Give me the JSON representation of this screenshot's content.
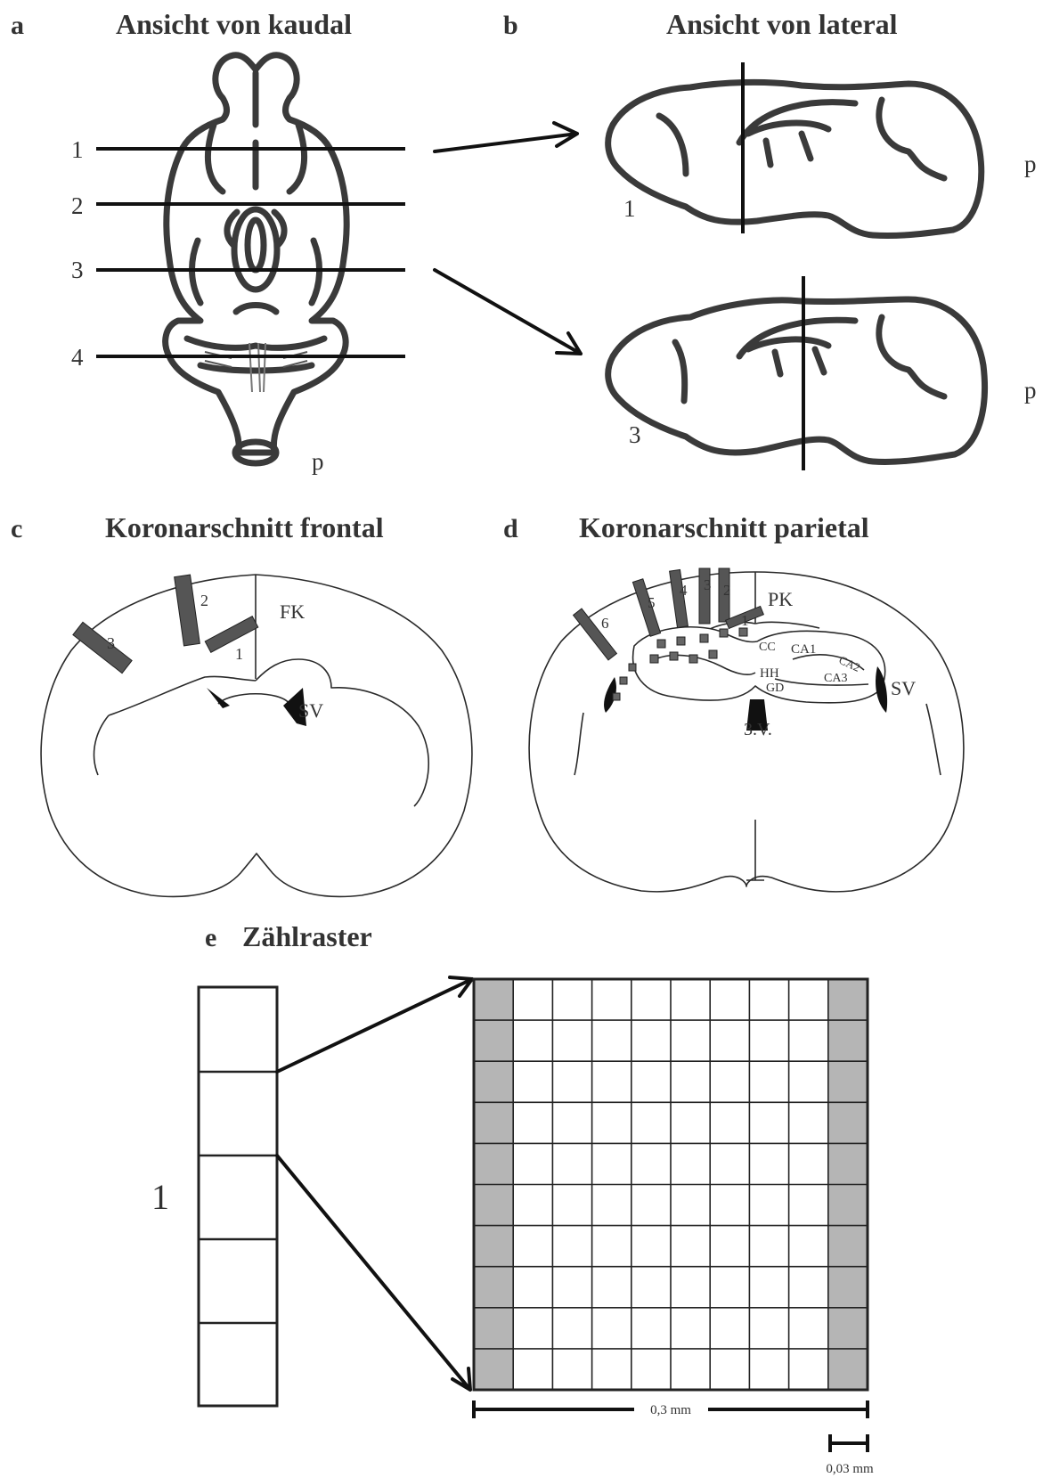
{
  "panels": {
    "a": {
      "letter": "a",
      "title": "Ansicht von kaudal",
      "cut_labels": [
        "1",
        "2",
        "3",
        "4"
      ],
      "posterior_label": "p"
    },
    "b": {
      "letter": "b",
      "title": "Ansicht von lateral",
      "section1_label": "1",
      "section3_label": "3",
      "posterior_label_top": "p",
      "posterior_label_bottom": "p"
    },
    "c": {
      "letter": "c",
      "title": "Koronarschnitt frontal",
      "region_label": "FK",
      "ventricle_label": "SV",
      "strip_labels": [
        "1",
        "2",
        "3"
      ]
    },
    "d": {
      "letter": "d",
      "title": "Koronarschnitt parietal",
      "region_label": "PK",
      "ventricle_label": "SV",
      "third_ventricle_label": "3.V.",
      "strip_labels": [
        "1",
        "2",
        "3",
        "4",
        "5",
        "6"
      ],
      "hippocampus_labels": {
        "cc": "CC",
        "ca1": "CA1",
        "ca2": "CA2",
        "ca3": "CA3",
        "hh": "HH",
        "gd": "GD"
      }
    },
    "e": {
      "letter": "e",
      "title": "Zählraster",
      "strip_label": "1",
      "scale_large": "0,3 mm",
      "scale_small": "0,03 mm",
      "grid_columns": 10,
      "grid_rows": 10
    }
  },
  "colors": {
    "line": "#3a3a3a",
    "ink": "#111111",
    "shading": "#b5b5b5",
    "background": "#ffffff"
  }
}
